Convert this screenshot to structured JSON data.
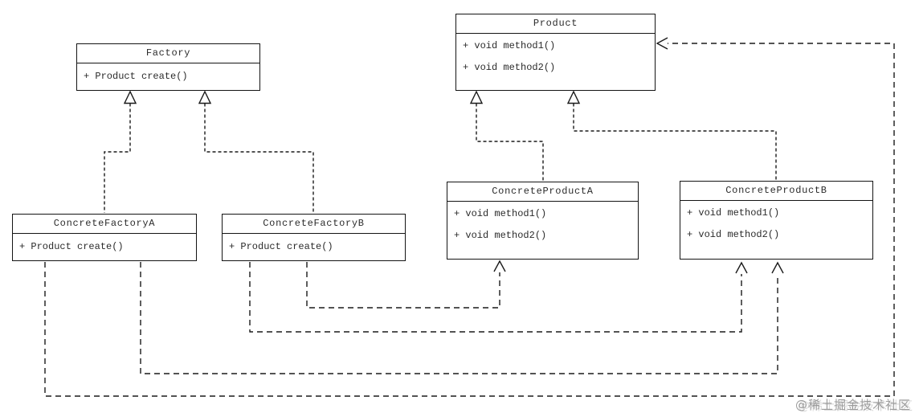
{
  "diagram_title": "Abstract Factory pattern class diagram",
  "colors": {
    "line": "#1a1a1a",
    "background": "#ffffff",
    "text": "#2b2b2b",
    "watermark": "#8c8c8c"
  },
  "classes": {
    "factory": {
      "name": "Factory",
      "m1": "+ Product create()"
    },
    "product": {
      "name": "Product",
      "m1": "+ void method1()",
      "m2": "+ void method2()"
    },
    "concreteFactoryA": {
      "name": "ConcreteFactoryA",
      "m1": "+ Product create()"
    },
    "concreteFactoryB": {
      "name": "ConcreteFactoryB",
      "m1": "+ Product create()"
    },
    "concreteProductA": {
      "name": "ConcreteProductA",
      "m1": "+ void method1()",
      "m2": "+ void method2()"
    },
    "concreteProductB": {
      "name": "ConcreteProductB",
      "m1": "+ void method1()",
      "m2": "+ void method2()"
    }
  },
  "relationships": [
    {
      "type": "realization-dashed-hollow-triangle",
      "from": "ConcreteFactoryA",
      "to": "Factory"
    },
    {
      "type": "realization-dashed-hollow-triangle",
      "from": "ConcreteFactoryB",
      "to": "Factory"
    },
    {
      "type": "realization-dashed-hollow-triangle",
      "from": "ConcreteProductA",
      "to": "Product"
    },
    {
      "type": "realization-dashed-hollow-triangle",
      "from": "ConcreteProductB",
      "to": "Product"
    },
    {
      "type": "dependency-dashed-open-arrow",
      "from": "ConcreteFactoryA",
      "to": "Product"
    },
    {
      "type": "dependency-dashed-open-arrow",
      "from": "ConcreteFactoryA",
      "to": "ConcreteProductB"
    },
    {
      "type": "dependency-dashed-open-arrow",
      "from": "ConcreteFactoryB",
      "to": "ConcreteProductB"
    },
    {
      "type": "dependency-dashed-open-arrow",
      "from": "ConcreteFactoryB",
      "to": "ConcreteProductA"
    }
  ],
  "watermark": {
    "text": "@稀土掘金技术社区"
  }
}
